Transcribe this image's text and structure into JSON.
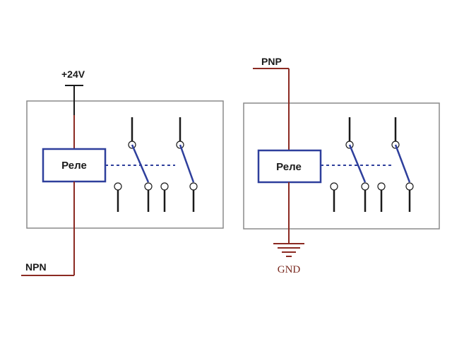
{
  "colors": {
    "wire_red": "#8b2a22",
    "blue": "#2e3f9c",
    "box_border": "#8a8a8a",
    "black": "#1a1a1a"
  },
  "left_circuit": {
    "supply_label": "+24V",
    "relay_label": "Реле",
    "output_label": "NPN"
  },
  "right_circuit": {
    "input_label": "PNP",
    "relay_label": "Реле",
    "ground_label": "GND"
  }
}
